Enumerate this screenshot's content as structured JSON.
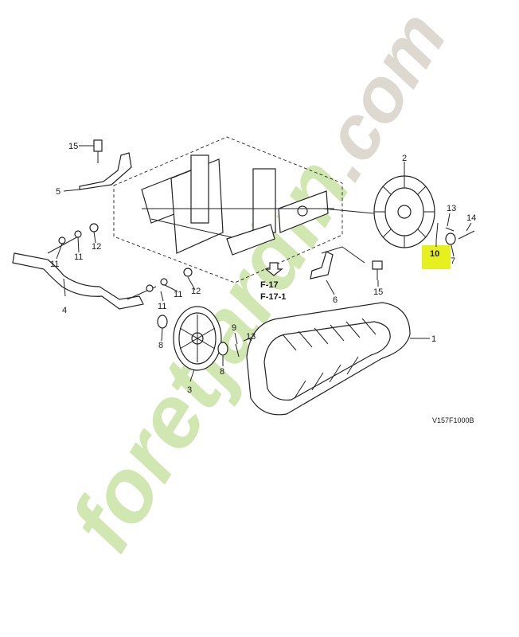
{
  "diagram": {
    "drawing_code": "V157F1000B",
    "references": [
      "F-17",
      "F-17-1"
    ],
    "highlighted_part": "10",
    "highlight_color": "#e6f01e",
    "watermark": {
      "text_a": "foretjardin",
      "text_b": ".com",
      "color_a": "#c9e3a4",
      "color_b": "#d9d3c8"
    },
    "callouts": {
      "c15a": "15",
      "c5": "5",
      "c11a": "11",
      "c11b": "11",
      "c12a": "12",
      "c4": "4",
      "c11c": "11",
      "c11d": "11",
      "c12b": "12",
      "c8a": "8",
      "c3": "3",
      "c9": "9",
      "c13a": "13",
      "c8b": "8",
      "c2": "2",
      "c13b": "13",
      "c14": "14",
      "c10": "10",
      "c7": "7",
      "c6": "6",
      "c15b": "15",
      "c1": "1"
    }
  }
}
